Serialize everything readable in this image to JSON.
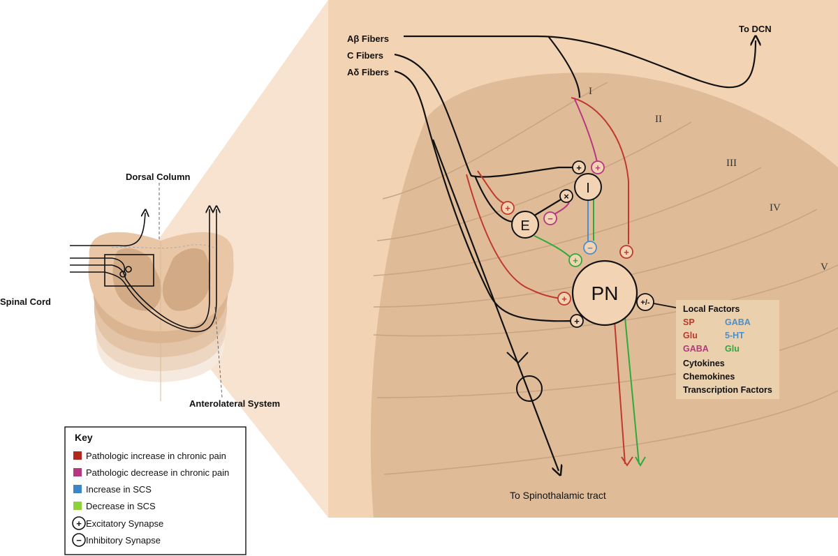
{
  "fibers": {
    "abeta": "Aβ Fibers",
    "c": "C Fibers",
    "adelta": "Aδ Fibers"
  },
  "to_dcn": "To DCN",
  "laminae": [
    "I",
    "II",
    "III",
    "IV",
    "V"
  ],
  "neurons": {
    "interneuron_i": "I",
    "interneuron_e": "E",
    "projection": "PN"
  },
  "synapse_signs": {
    "plus": "+",
    "minus": "−",
    "times": "×",
    "mixed": "+/-"
  },
  "local_factors": {
    "title": "Local Factors",
    "left": [
      {
        "text": "SP",
        "color": "#c0392b"
      },
      {
        "text": "Glu",
        "color": "#c0392b"
      },
      {
        "text": "GABA",
        "color": "#b5377f"
      }
    ],
    "right": [
      {
        "text": "GABA",
        "color": "#4a8fcb"
      },
      {
        "text": "5-HT",
        "color": "#4a8fcb"
      },
      {
        "text": "Glu",
        "color": "#2eaa3c"
      }
    ],
    "others": [
      "Cytokines",
      "Chemokines",
      "Transcription Factors"
    ]
  },
  "to_spinothalamic": "To Spinothalamic tract",
  "spinal_cord_label": "Spinal Cord",
  "dorsal_column_label": "Dorsal Column",
  "anterolateral_label": "Anterolateral System",
  "key": {
    "title": "Key",
    "items": [
      {
        "label": "Pathologic increase in chronic pain",
        "color": "#b0281e"
      },
      {
        "label": "Pathologic decrease in chronic pain",
        "color": "#b5377f"
      },
      {
        "label": "Increase in SCS",
        "color": "#3b86c7"
      },
      {
        "label": "Decrease in SCS",
        "color": "#8fd13a"
      }
    ],
    "synapses": [
      {
        "sign": "+",
        "label": "Excitatory Synapse"
      },
      {
        "sign": "−",
        "label": "Inhibitory Synapse"
      }
    ]
  },
  "colors": {
    "panel_bg": "#f2d3b3",
    "dorsal_horn": "#dfbb98",
    "red": "#c0392b",
    "magenta": "#b5377f",
    "blue": "#4a8fcb",
    "green": "#2eaa3c",
    "factor_box": "#ead0ad"
  }
}
